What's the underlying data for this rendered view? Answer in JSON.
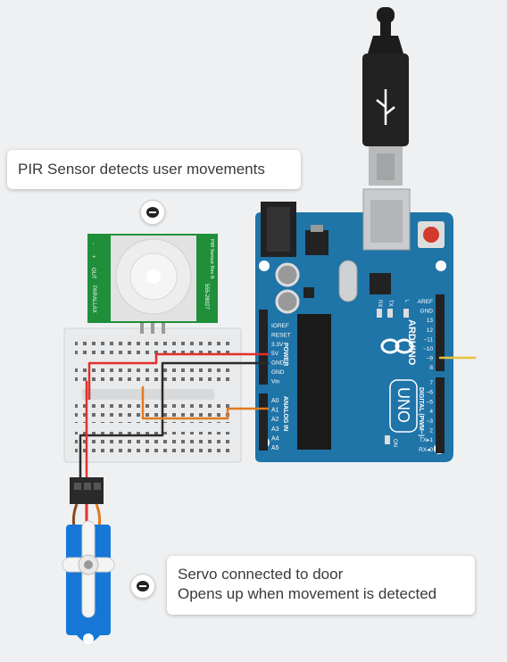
{
  "annotations": {
    "pir": {
      "text": "PIR Sensor detects user movements"
    },
    "servo": {
      "line1": "Servo connected to door",
      "line2": "Opens up when movement is detected"
    }
  },
  "pir_sensor": {
    "label_left": "PARALLAX",
    "label_right": "555-28027",
    "label_top": "PIR Sensor Rev B",
    "pins": [
      "-",
      "+",
      "OUT"
    ]
  },
  "arduino": {
    "brand": "ARDUINO",
    "model": "UNO",
    "power_header_title": "POWER",
    "power_pins": [
      "IOREF",
      "RESET",
      "3.3V",
      "5V",
      "GND",
      "GND",
      "Vin"
    ],
    "analog_header_title": "ANALOG IN",
    "analog_pins": [
      "A0",
      "A1",
      "A2",
      "A3",
      "A4",
      "A5"
    ],
    "digital_header_title": "DIGITAL (PWM~)",
    "digital_pins_top": [
      "AREF",
      "GND",
      "13",
      "12",
      "~11",
      "~10",
      "~9",
      "8"
    ],
    "digital_pins_bottom": [
      "7",
      "~6",
      "~5",
      "4",
      "~3",
      "2",
      "TX▸1",
      "RX◂0"
    ],
    "leds": [
      "RX",
      "TX",
      "L"
    ],
    "on_label": "ON"
  },
  "colors": {
    "board_blue": "#1f74a8",
    "wire_red": "#e0312b",
    "wire_black": "#2b2b2b",
    "wire_orange": "#e07b1f",
    "wire_yellow": "#e9c33d",
    "pcb_green": "#1f8f3a",
    "servo_blue": "#1677d6"
  }
}
